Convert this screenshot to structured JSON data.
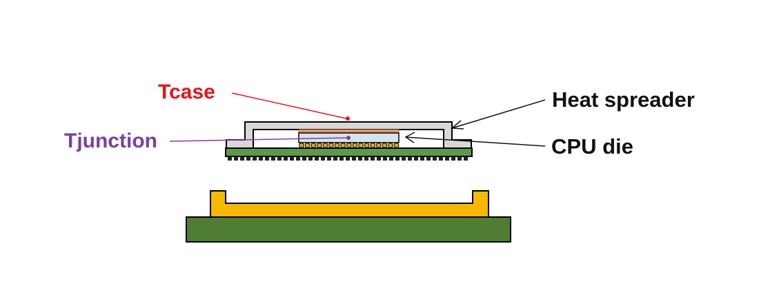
{
  "labels": {
    "tcase": "Tcase",
    "tjunction": "Tjunction",
    "heat_spreader": "Heat spreader",
    "cpu_die": "CPU die"
  },
  "colors": {
    "tcase": "#e8141b",
    "tjunction": "#7b3fa0",
    "text": "#111111",
    "heat_spreader": "#d8d8d8",
    "substrate": "#5b9a46",
    "socket": "#f7b900",
    "motherboard": "#4f7e33",
    "die": "#d5e3f0",
    "tim": "#e8a070",
    "solder": "#e0a800",
    "pins": "#222222"
  }
}
